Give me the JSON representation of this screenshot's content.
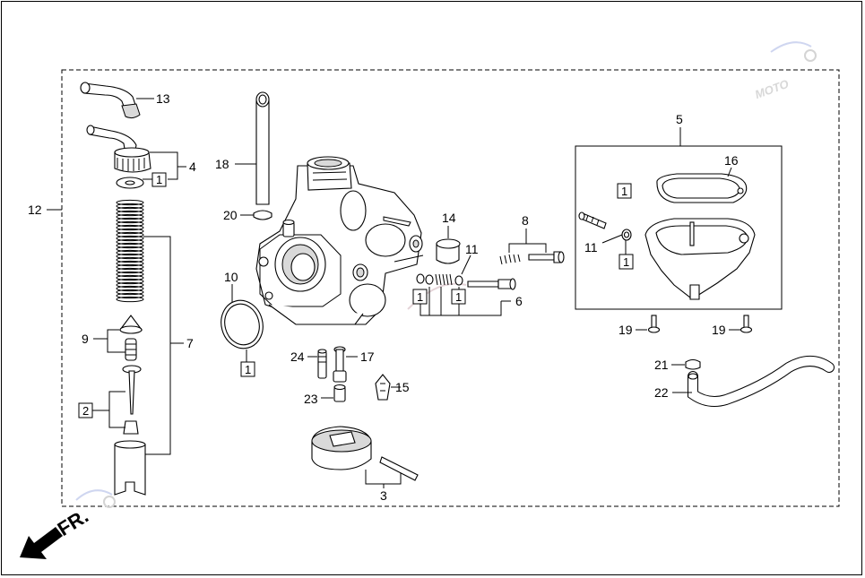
{
  "diagram": {
    "orientation_label": "FR.",
    "callouts": {
      "c1": "1",
      "c2": "2",
      "c3": "3",
      "c4": "4",
      "c5": "5",
      "c6": "6",
      "c7": "7",
      "c8": "8",
      "c9": "9",
      "c10": "10",
      "c11a": "11",
      "c11b": "11",
      "c12": "12",
      "c13": "13",
      "c14": "14",
      "c15": "15",
      "c16": "16",
      "c17": "17",
      "c18": "18",
      "c19a": "19",
      "c19b": "19",
      "c20": "20",
      "c21": "21",
      "c22": "22",
      "c23": "23",
      "c24": "24"
    },
    "boxed": {
      "b4": "1",
      "b7": "2",
      "b10": "1",
      "b6a": "1",
      "b6b": "1",
      "b5a": "1",
      "b5b": "1"
    },
    "watermark": "MOTO"
  }
}
